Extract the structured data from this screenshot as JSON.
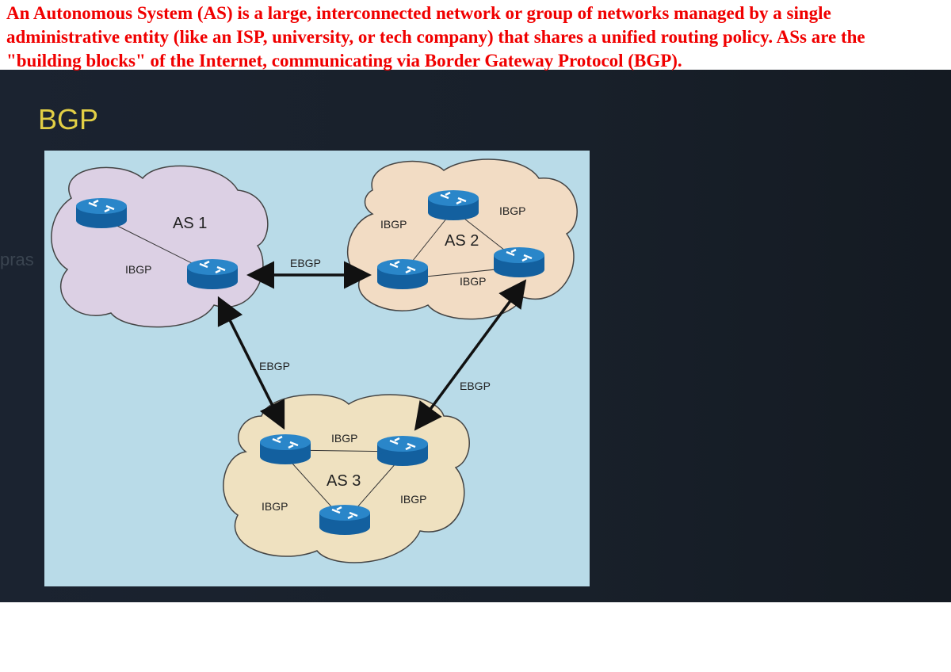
{
  "caption": "An Autonomous System (AS) is a large, interconnected network or group of networks managed by a single administrative entity (like an ISP, university, or tech company) that shares a unified routing policy. ASs are the \"building blocks\" of the Internet, communicating via Border Gateway Protocol (BGP).",
  "slide": {
    "title": "BGP",
    "watermark": "pras",
    "as1": {
      "name": "AS 1",
      "ibgp": "IBGP"
    },
    "as2": {
      "name": "AS 2",
      "ibgp_left": "IBGP",
      "ibgp_right": "IBGP",
      "ibgp_bottom": "IBGP"
    },
    "as3": {
      "name": "AS 3",
      "ibgp_top": "IBGP",
      "ibgp_left": "IBGP",
      "ibgp_right": "IBGP"
    },
    "links": {
      "ebgp_1_2": "EBGP",
      "ebgp_1_3": "EBGP",
      "ebgp_2_3": "EBGP"
    }
  },
  "colors": {
    "caption": "#f00000",
    "title": "#e2cf45",
    "as1_cloud": "#dcd0e4",
    "as2_cloud": "#f2dcc4",
    "as3_cloud": "#efe1c0",
    "router": "#1a6fb5",
    "slide_bg": "#b9dbe8"
  }
}
